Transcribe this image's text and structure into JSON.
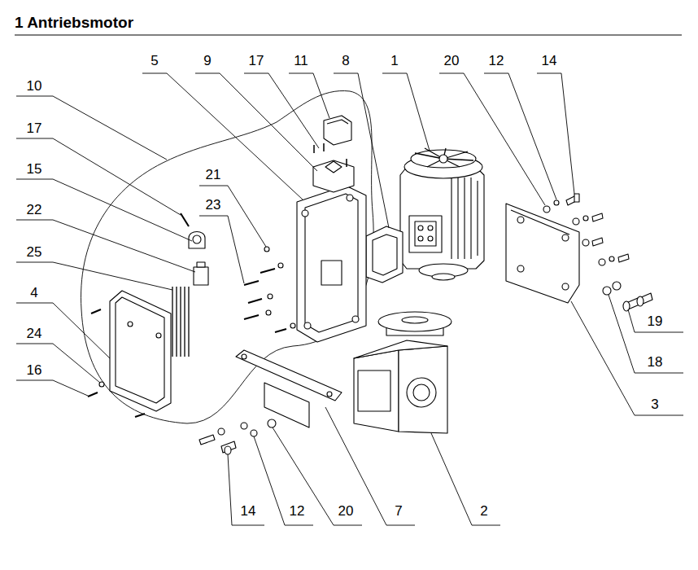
{
  "diagram": {
    "title": "1 Antriebsmotor",
    "labels": [
      "5",
      "9",
      "17",
      "11",
      "8",
      "1",
      "20",
      "12",
      "14",
      "10",
      "17",
      "15",
      "22",
      "21",
      "23",
      "25",
      "4",
      "24",
      "16",
      "19",
      "18",
      "3",
      "14",
      "12",
      "20",
      "7",
      "2"
    ]
  }
}
